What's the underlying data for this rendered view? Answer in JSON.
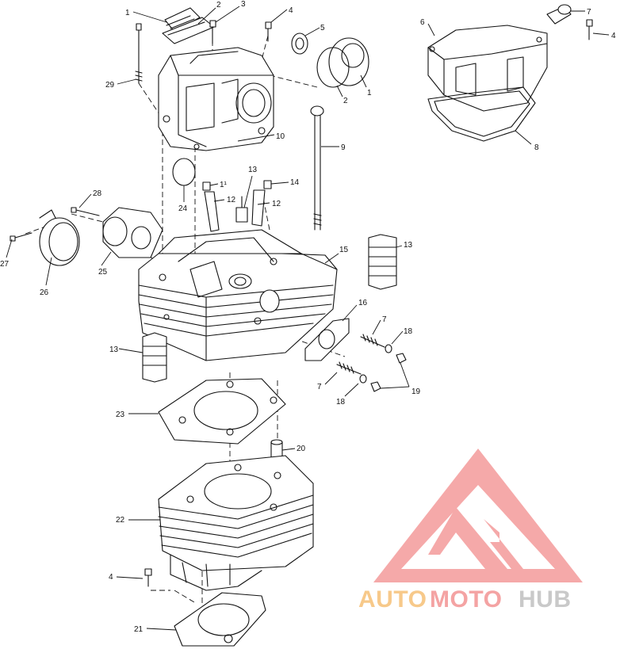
{
  "diagram": {
    "callouts": {
      "c1a": "1",
      "c2a": "2",
      "c3a": "3",
      "c4a": "4",
      "c5": "5",
      "c1b": "1",
      "c2b": "2",
      "c6": "6",
      "c7a": "7",
      "c4b": "4",
      "c8": "8",
      "c29": "29",
      "c10": "10",
      "c9": "9",
      "c24": "24",
      "c11": "1¹",
      "c14": "14",
      "c13a": "13",
      "c12a": "12",
      "c12b": "12",
      "c28": "28",
      "c27": "27",
      "c26": "26",
      "c25": "25",
      "c15": "15",
      "c13b": "13",
      "c16": "16",
      "c7b": "7",
      "c18a": "18",
      "c13c": "13",
      "c7c": "7",
      "c18b": "18",
      "c19": "19",
      "c23": "23",
      "c20": "20",
      "c22": "22",
      "c4c": "4",
      "c21": "21"
    }
  },
  "watermark": {
    "text_part1": "AUTO",
    "text_part2": "MOTO",
    "text_part3": "HUB",
    "color_part1": "#f7c98a",
    "color_part2": "#f4a3a3",
    "color_part3": "#c9c9c9",
    "logo_color": "#f4a0a0"
  }
}
